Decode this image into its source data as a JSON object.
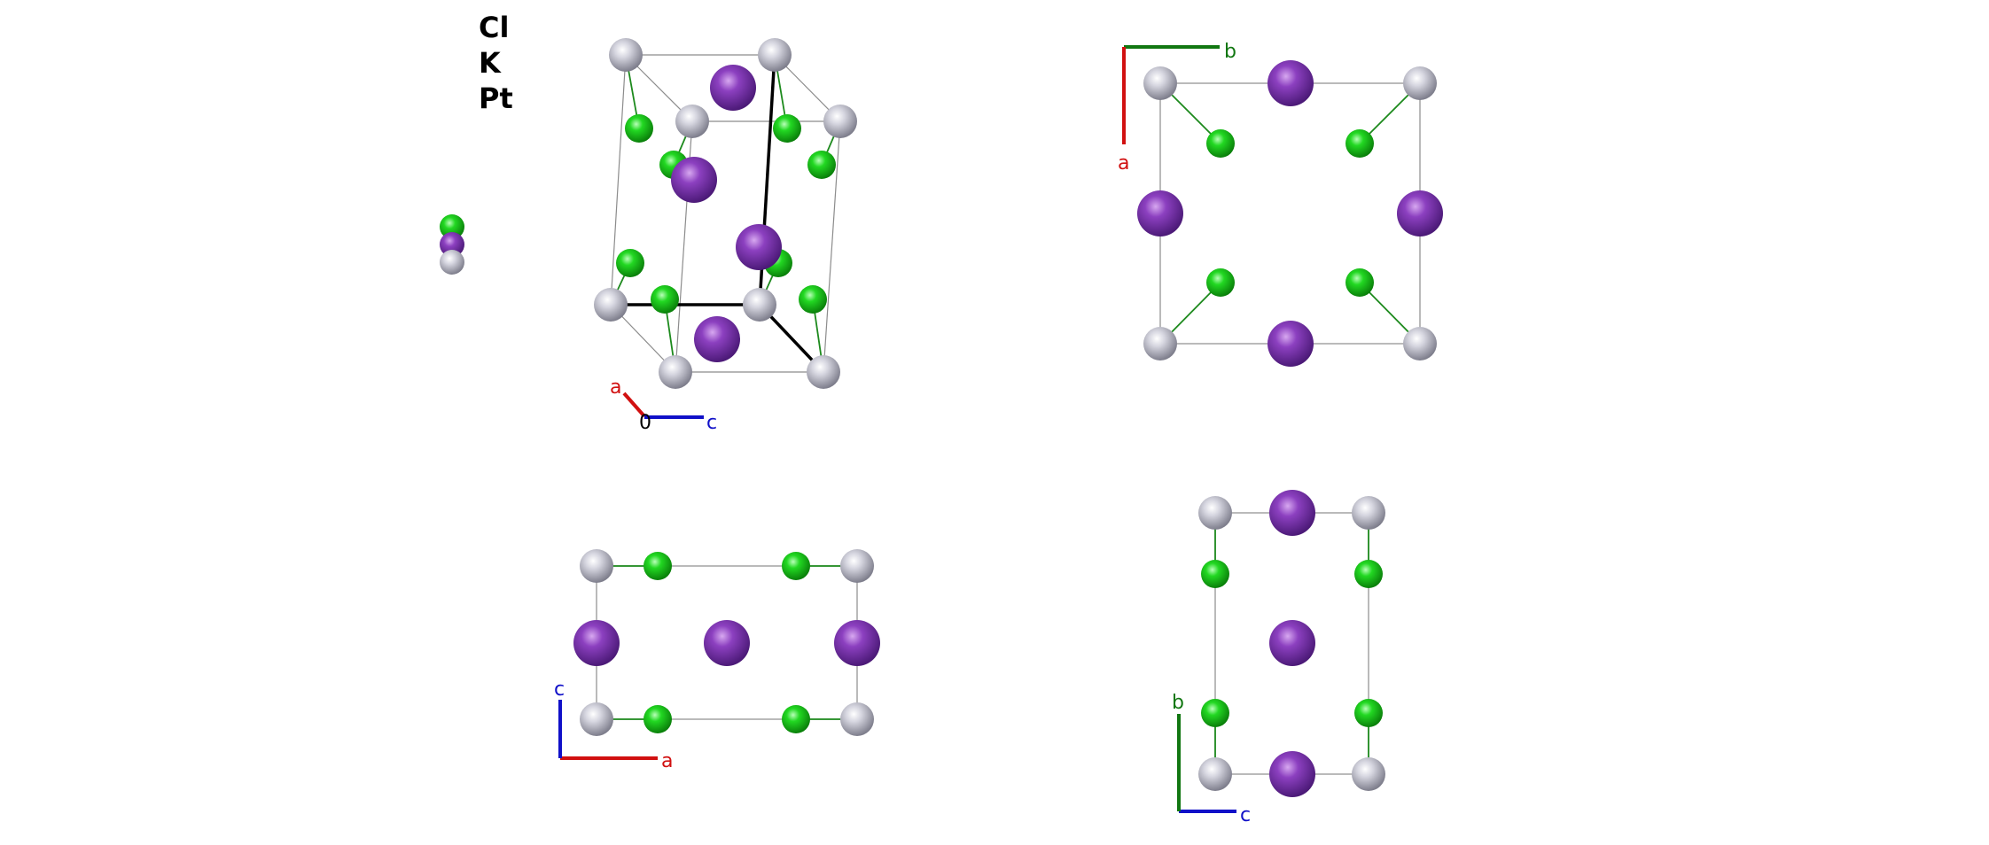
{
  "legend": {
    "items": [
      {
        "label": "Cl",
        "color": "#1fd21f"
      },
      {
        "label": "K",
        "color": "#8a3dbd"
      },
      {
        "label": "Pt",
        "color": "#c8c8d4"
      }
    ]
  },
  "colors": {
    "Pt": "#c4c4cf",
    "Cl": "#1fcf1f",
    "K": "#8a3dbd",
    "bond": "#1d8a1d",
    "cell": "#8c8c8c",
    "axis_a": "#d11010",
    "axis_b": "#117711",
    "axis_c": "#1010c8"
  },
  "views": {
    "perspective": {
      "axes": {
        "a": "a",
        "c": "c",
        "origin": "0"
      }
    },
    "top_right": {
      "axes": {
        "a": "a",
        "b": "b"
      }
    },
    "bottom_left": {
      "axes": {
        "a": "a",
        "c": "c"
      }
    },
    "bottom_right": {
      "axes": {
        "b": "b",
        "c": "c"
      }
    }
  }
}
